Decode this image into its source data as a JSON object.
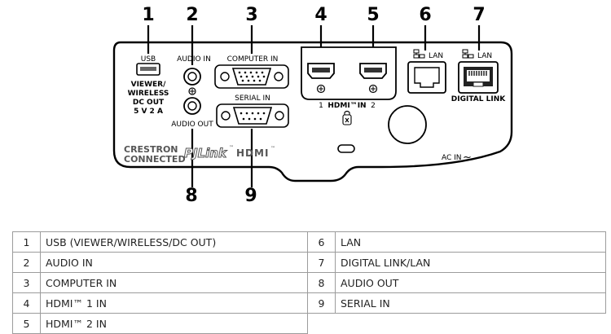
{
  "callouts": [
    "1",
    "2",
    "3",
    "4",
    "5",
    "6",
    "7",
    "8",
    "9"
  ],
  "panel_labels": {
    "usb": "USB",
    "viewer": "VIEWER/",
    "wireless": "WIRELESS",
    "dc_out": "DC OUT",
    "dc_rating": "5 V  2 A",
    "audio_in": "AUDIO IN",
    "audio_out": "AUDIO OUT",
    "computer_in": "COMPUTER IN",
    "serial_in": "SERIAL IN",
    "hdmi_1": "1",
    "hdmi_in": "HDMI™IN",
    "hdmi_2": "2",
    "lan_6": "LAN",
    "lan_7": "LAN",
    "digital_link": "DIGITAL LINK",
    "ac_in": "AC IN",
    "ac_symbol": "~",
    "crestron_1": "CRESTRON",
    "crestron_2": "CONNECTED",
    "pjlink": "PJLink",
    "tm": "™",
    "hdmi_logo": "HDMI"
  },
  "legend": {
    "rows": [
      {
        "n1": "1",
        "l1": "USB (VIEWER/WIRELESS/DC OUT)",
        "n2": "6",
        "l2": "LAN"
      },
      {
        "n1": "2",
        "l1": "AUDIO IN",
        "n2": "7",
        "l2": "DIGITAL LINK/LAN"
      },
      {
        "n1": "3",
        "l1": "COMPUTER IN",
        "n2": "8",
        "l2": "AUDIO OUT"
      },
      {
        "n1": "4",
        "l1": "HDMI™ 1 IN",
        "n2": "9",
        "l2": "SERIAL IN"
      },
      {
        "n1": "5",
        "l1": "HDMI™ 2 IN"
      }
    ]
  }
}
